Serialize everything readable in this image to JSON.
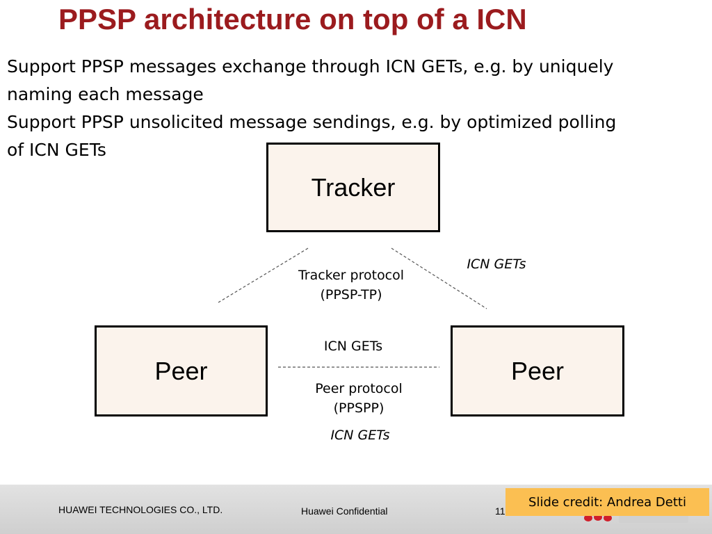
{
  "slide": {
    "title": "PPSP architecture on top of a ICN",
    "bullets": [
      "Support PPSP messages exchange through ICN GETs, e.g. by uniquely naming each message",
      "Support PPSP unsolicited message sendings, e.g. by optimized polling of ICN GETs"
    ]
  },
  "diagram": {
    "tracker_label": "Tracker",
    "peer_left_label": "Peer",
    "peer_right_label": "Peer",
    "tracker_protocol_line1": "Tracker protocol",
    "tracker_protocol_line2": "(PPSP-TP)",
    "icn_gets_upper_right": "ICN GETs",
    "icn_gets_middle": "ICN GETs",
    "peer_protocol_line1": "Peer protocol",
    "peer_protocol_line2": "(PPSPP)",
    "icn_gets_bottom": "ICN GETs"
  },
  "footer": {
    "company": "HUAWEI TECHNOLOGIES CO., LTD.",
    "confidential": "Huawei Confidential",
    "page_number": "11",
    "credit": "Slide credit: Andrea Detti",
    "logo_name": "huawei-logo"
  },
  "colors": {
    "title": "#9b1b1e",
    "box_fill": "#fbf3ec",
    "credit_bg": "#fbbf52",
    "footer_bg": "#d8d8d8"
  }
}
